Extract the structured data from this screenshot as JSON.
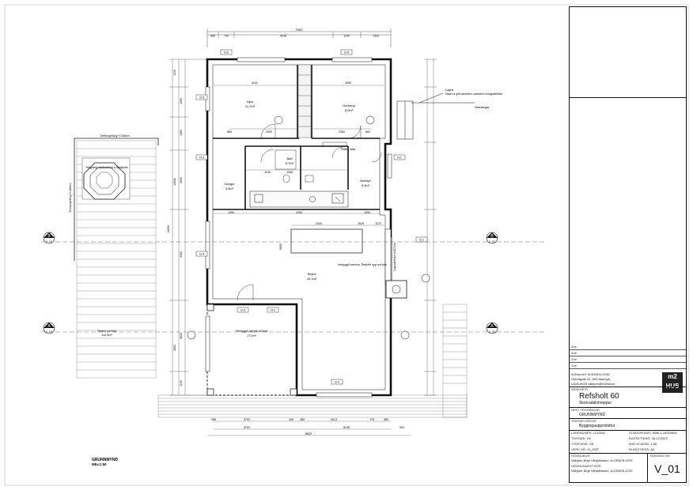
{
  "drawing": {
    "title": "GRUNNMYND",
    "scale": "Mkv.1:50",
    "rooms": [
      {
        "name": "Hjón",
        "area": "11,7m²"
      },
      {
        "name": "Herbergi",
        "area": "8,0m²"
      },
      {
        "name": "Gangur",
        "area": "3,6m²"
      },
      {
        "name": "Bað",
        "area": "5,7m²"
      },
      {
        "name": "Raflm. lafla",
        "area": ""
      },
      {
        "name": "Anddyri",
        "area": "5,3m²"
      },
      {
        "name": "Alrými",
        "area": "44,1m²"
      },
      {
        "name": "Yfirbyggð skeyst verönd",
        "area": "17,0m²"
      },
      {
        "name": "Timbur verönd",
        "area": "112,0m²"
      }
    ],
    "notes": {
      "hot_tub": "Mögulegt staðsetning á heitapotti",
      "fence_top": "Timburgirðing H.180cm",
      "fence_side": "Timburgirðing H.180cm",
      "fireplace": "Innbyggð kamína, Reykrör upp um þak",
      "storage": "Lagnaleiðslur m.8000m",
      "lagnir": "Lagnir",
      "lagnir_note": "Staerð á rými ákvarðist í samræmi við lagnaleiðslur",
      "heimtaugar": "Heimtaugar"
    },
    "dims_top": [
      "465",
      "700",
      "4235",
      "1200",
      "1300"
    ],
    "dim_total_top": "7900",
    "dims_bottom1": [
      "385",
      "3753",
      "445",
      "385",
      "2613",
      "775",
      "385"
    ],
    "dims_bottom2": [
      "3753",
      "6148",
      "920"
    ],
    "dim_total_bottom": "8820",
    "dims_inner": [
      "4101",
      "2699",
      "2525",
      "2380",
      "880",
      "880",
      "1190",
      "1050",
      "1250",
      "4330",
      "1250",
      "2400",
      "1525",
      "1270",
      "6665"
    ],
    "dims_left": [
      "1190",
      "1200",
      "1450",
      "2030",
      "12650",
      "3300",
      "14000",
      "1190",
      "3620",
      "3600"
    ],
    "section_markers": [
      {
        "letter": "B",
        "ref": "V_03"
      },
      {
        "letter": "B",
        "ref": "V_03"
      },
      {
        "letter": "A",
        "ref": "V_03"
      },
      {
        "letter": "A",
        "ref": "V_03"
      }
    ],
    "grid_tags": [
      "G-6",
      "G-5",
      "G-5",
      "G-4",
      "H-3",
      "H-1",
      "G-1",
      "G-3",
      "H-2",
      "G-2"
    ]
  },
  "title_block": {
    "revisions": [
      "4.br.",
      "3.br.",
      "2.br.",
      "1.br."
    ],
    "company": "m2hus ehf",
    "company_line1": "kt.450911-0700",
    "company_line2": "Glerárgata 32, 600 Akureyri",
    "company_line3": "s.825-6020  valbjorn@m2hus.is",
    "logo_text": "m2 HUS",
    "project_label": "VERKHEITI",
    "project_name": "Refsholt 60",
    "municipality": "Skorradalshreppur",
    "drawing_label": "HEITI TEIKNINGAR",
    "drawing_name": "GRUNNMYND",
    "type_label": "TEIKNIFLOKKUR",
    "type_value": "Byggingaupprdráttur",
    "fields": [
      {
        "label": "LANDNÚMER",
        "value": "L212601",
        "label2": "STAÐGREINIR",
        "value2": "3506-1-24010600"
      },
      {
        "label": "TEIKNAÐ",
        "value": "VV",
        "label2": "DAGSETNING",
        "value2": "18.12.2023"
      },
      {
        "label": "YFIRFARIÐ",
        "value": "SS",
        "label2": "MÆLIKVARÐI",
        "value2": "1:50"
      },
      {
        "label": "VERK NR.",
        "value": "H_2327",
        "label2": "BLAÐSTÆRÐ",
        "value2": "A2"
      }
    ],
    "designer_label": "HÖNNUÐUR:",
    "designer": "Valbjörn Ægir Vilhjálmsson, kt.230676-4729",
    "manager_label": "HÖNNUNARSTJÓRI:",
    "manager": "Valbjörn Ægir Vilhjálmsson, kt.230676-4729",
    "sheet_label": "TEIKNING NR",
    "sheet_number": "V_01"
  }
}
